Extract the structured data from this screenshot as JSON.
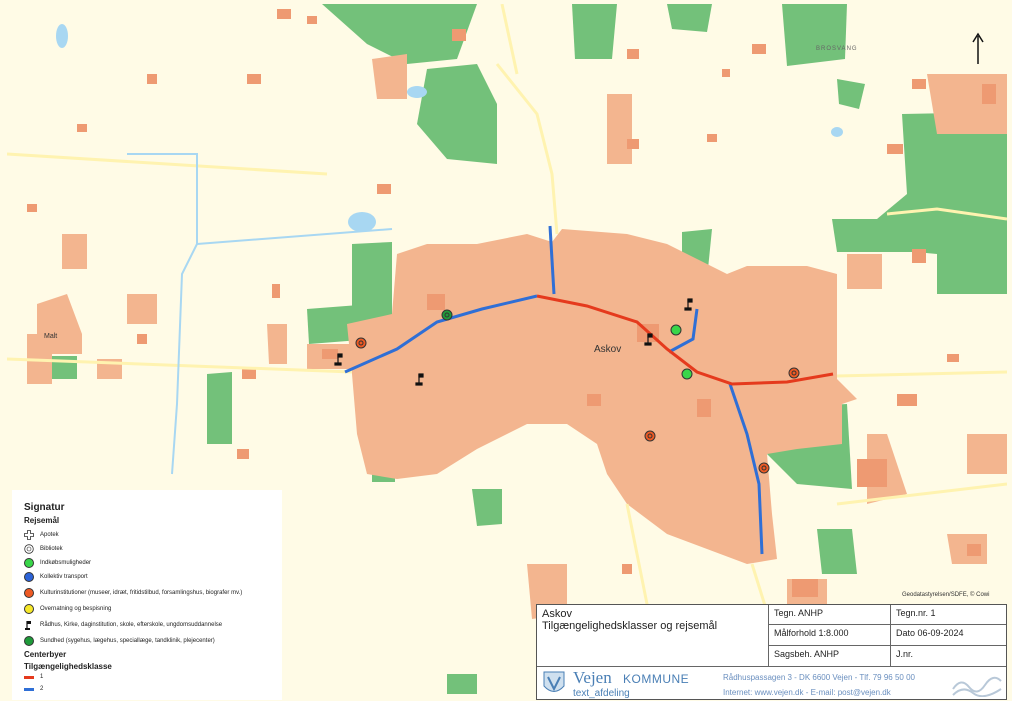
{
  "map": {
    "town_label": "Askov",
    "village_label": "Malt",
    "road_label": "BROSVANG",
    "credit": "Geodatastyrelsen/SDFE, © Cowi"
  },
  "legend": {
    "title": "Signatur",
    "section_destinations": "Rejsemål",
    "items": [
      {
        "label": "Apotek",
        "icon": "cross-icon"
      },
      {
        "label": "Bibliotek",
        "icon": "ring-icon"
      },
      {
        "label": "Indkøbsmuligheder",
        "icon": "green-dot-icon",
        "color": "#39d64a"
      },
      {
        "label": "Kollektiv transport",
        "icon": "blue-dot-icon",
        "color": "#2c63d8"
      },
      {
        "label": "Kulturinstitutioner (museer, idræt, fritidstilbud, forsamlingshus, biografer mv.)",
        "icon": "orange-dot-icon",
        "color": "#ee5a24"
      },
      {
        "label": "Overnatning og bespisning",
        "icon": "yellow-dot-icon",
        "color": "#f6e829"
      },
      {
        "label": "Rådhus, Kirke, daginstitution, skole, efterskole, ungdomsuddannelse",
        "icon": "flag-icon"
      },
      {
        "label": "Sundhed (sygehus, lægehus, speciallæge, tandklinik, plejecenter)",
        "icon": "darkgreen-dot-icon",
        "color": "#1f9a3a"
      }
    ],
    "section_centers": "Centerbyer",
    "section_classes": "Tilgængelighedsklasse",
    "classes": [
      {
        "label": "1",
        "color": "#e53a1d"
      },
      {
        "label": "2",
        "color": "#2f6fd6"
      }
    ]
  },
  "titleblock": {
    "place": "Askov",
    "subtitle": "Tilgængelighedsklasser og rejsemål",
    "drawn_by": "Tegn. ANHP",
    "drawing_no": "Tegn.nr. 1",
    "scale": "Målforhold  1:8.000",
    "date": "Dato 06-09-2024",
    "case_by": "Sagsbeh. ANHP",
    "journal_no": "J.nr.",
    "org_name": "Vejen",
    "org_suffix": "KOMMUNE",
    "department": "text_afdeling",
    "address": "Rådhuspassagen 3 - DK 6600 Vejen - Tlf. 79 96 50 00",
    "web": "Internet: www.vejen.dk - E-mail: post@vejen.dk"
  },
  "colors": {
    "background": "#fffbe6",
    "built_up": "#f3b58f",
    "buildings": "#ee9a72",
    "forest": "#73c17a",
    "water": "#a8d7f2",
    "road": "#fff3b0",
    "class1": "#e53a1d",
    "class2": "#2f6fd6"
  }
}
